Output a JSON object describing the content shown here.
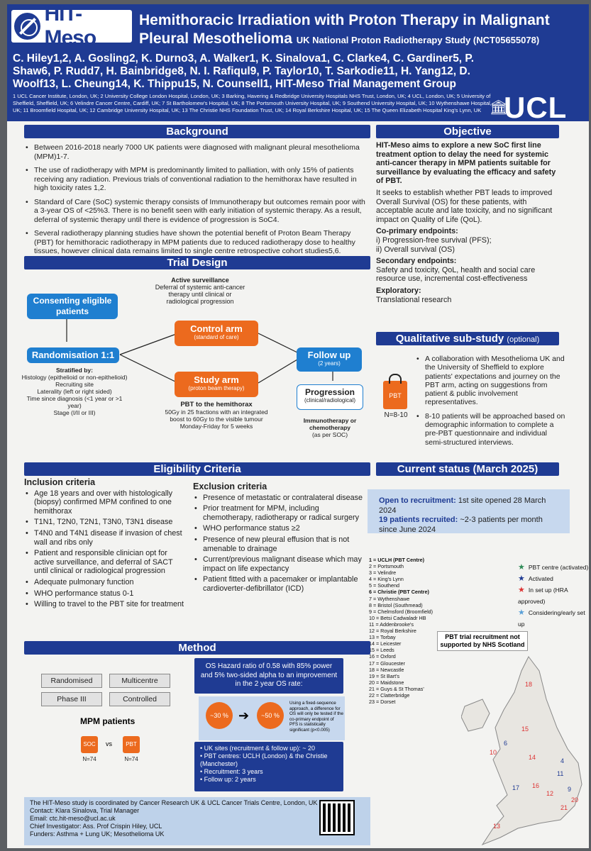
{
  "header": {
    "logo_text": "HIT-Meso",
    "title": "Hemithoracic Irradiation with Proton Therapy in Malignant Pleural Mesothelioma",
    "subtitle": "UK National Proton Radiotherapy Study (NCT05655078)",
    "authors": "C. Hiley1,2, A. Gosling2, K. Durno3, A. Walker1, K. Sinalova1, C. Clarke4, C. Gardiner5, P. Shaw6, P. Rudd7, H. Bainbridge8, N. I. Rafiqul9, P. Taylor10, T. Sarkodie11, H. Yang12, D. Woolf13, L. Cheung14, K. Thippu15, N. Counsell1, HIT-Meso Trial Management Group",
    "affiliations": "1 UCL Cancer Institute, London, UK; 2 University College London Hospital, London, UK; 3 Barking, Havering & Redbridge University Hospitals NHS Trust, London, UK; 4 UCL, London, UK; 5 University of Sheffield, Sheffield, UK; 6 Velindre Cancer Centre, Cardiff, UK; 7 St Bartholomew's Hospital, UK; 8 The Portsmouth University Hospital, UK; 9 Southend University Hospital, UK; 10 Wythenshawe Hospital, UK; 11 Broomfield Hospital, UK; 12 Cambridge University Hospital, UK; 13 The Christie NHS Foundation Trust, UK; 14 Royal Berkshire Hospital, UK; 15 The Queen Elizabeth Hospital King's Lynn, UK",
    "ucl": "UCL"
  },
  "background": {
    "heading": "Background",
    "items": [
      "Between 2016-2018 nearly 7000 UK patients were diagnosed with malignant pleural mesothelioma (MPM)1-7.",
      "The use of radiotherapy with MPM is predominantly limited to palliation, with only 15% of patients receiving any radiation. Previous trials of conventional radiation to the hemithorax have resulted in high toxicity rates 1,2.",
      "Standard of Care (SoC) systemic therapy consists of Immunotherapy but outcomes remain poor with a 3-year OS of <25%3. There is no benefit seen with early initiation of systemic therapy. As a result, deferral of systemic therapy until there is evidence of progression is SoC4.",
      "Several radiotherapy planning studies have shown the potential benefit of Proton Beam Therapy (PBT) for hemithoracic radiotherapy in MPM patients due to reduced radiotherapy dose to healthy tissues, however clinical data remains limited to single centre retrospective cohort studies5,6."
    ]
  },
  "objective": {
    "heading": "Objective",
    "lead": "HIT-Meso aims to explore a new SoC first line treatment option to delay the need for systemic anti-cancer therapy in MPM patients suitable for surveillance by evaluating the efficacy and safety of PBT.",
    "seeks": "It seeks to establish whether PBT leads to improved Overall Survival (OS) for these patients, with acceptable acute and late toxicity, and no significant impact on Quality of Life (QoL).",
    "co_primary_title": "Co-primary endpoints:",
    "co_primary_1": "i) Progression-free survival (PFS);",
    "co_primary_2": "ii) Overall survival (OS)",
    "secondary_title": "Secondary endpoints:",
    "secondary_text": "Safety and toxicity, QoL, health and social care resource use, incremental cost-effectiveness",
    "exploratory_title": "Exploratory:",
    "exploratory_text": "Translational research"
  },
  "trial_design": {
    "heading": "Trial Design",
    "active_surveillance_title": "Active surveillance",
    "active_surveillance_text": "Deferral of systemic anti-cancer therapy until clinical or radiological progression",
    "consenting": "Consenting eligible patients",
    "randomisation": "Randomisation 1:1",
    "stratified_title": "Stratified by:",
    "stratified_items": [
      "Histology (epithelioid or non-epithelioid)",
      "Recruiting site",
      "Laterality (left or right sided)",
      "Time since diagnosis (<1 year or >1 year)",
      "Stage (I/II or III)"
    ],
    "control_arm": "Control arm",
    "control_arm_sub": "(standard of care)",
    "study_arm": "Study arm",
    "study_arm_sub": "(proton beam therapy)",
    "pbt_title": "PBT to the hemithorax",
    "pbt_text": "50Gy in 25 fractions with an integrated boost to 60Gy to the visible tumour Monday-Friday for 5 weeks",
    "follow_up": "Follow up",
    "follow_up_sub": "(2 years)",
    "progression": "Progression",
    "progression_sub": "(clinical/radiological)",
    "immuno": "Immunotherapy or chemotherapy",
    "immuno_sub": "(as per SOC)"
  },
  "qualitative": {
    "heading": "Qualitative sub-study",
    "heading_opt": "(optional)",
    "badge": "PBT",
    "n": "N=8-10",
    "item1": "A collaboration with Mesothelioma UK and the University of Sheffield to explore patients' expectations and journey on the PBT arm, acting on suggestions from patient & public involvement representatives.",
    "item2": "8-10 patients will be approached based on demographic information to complete a pre-PBT questionnaire and individual semi-structured interviews."
  },
  "eligibility": {
    "heading": "Eligibility Criteria",
    "inclusion_title": "Inclusion criteria",
    "inclusion": [
      "Age 18 years and over with histologically (biopsy) confirmed MPM confined to one hemithorax",
      "T1N1, T2N0, T2N1, T3N0, T3N1 disease",
      "T4N0 and T4N1 disease if invasion of chest wall and ribs only",
      "Patient and responsible clinician opt for active surveillance, and deferral of SACT until clinical or radiological progression",
      "Adequate pulmonary function",
      "WHO performance status 0-1",
      "Willing to travel to the PBT site for treatment"
    ],
    "exclusion_title": "Exclusion criteria",
    "exclusion": [
      "Presence of metastatic or contralateral disease",
      "Prior treatment for MPM, including chemotherapy, radiotherapy or radical surgery",
      "WHO performance status ≥2",
      "Presence of new pleural effusion that is not amenable to drainage",
      "Current/previous malignant disease which may impact on life expectancy",
      "Patient fitted with a pacemaker or implantable cardioverter-defibrillator (ICD)"
    ]
  },
  "status": {
    "heading": "Current status (March 2025)",
    "open_label": "Open to recruitment:",
    "open_text": "1st site opened 28 March 2024",
    "recruited_label": "19 patients recruited:",
    "recruited_text": "~2-3 patients per month since June 2024",
    "sites": [
      "1 = UCLH (PBT Centre)",
      "2 = Portsmouth",
      "3 = Velindre",
      "4 = King's Lynn",
      "5 = Southend",
      "6 = Christie (PBT Centre)",
      "7 = Wythenshawe",
      "8 = Bristol (Southmead)",
      "9 = Chelmsford (Broomfield)",
      "10 = Betsi Cadwaladr HB",
      "11 = Addenbrooke's",
      "12 = Royal Berkshire",
      "13 = Torbay",
      "14 = Leicester",
      "15 = Leeds",
      "16 = Oxford",
      "17 = Gloucester",
      "18 = Newcastle",
      "19 = St Bart's",
      "20 = Maidstone",
      "21 = Guys & St Thomas'",
      "22 = Clatterbridge",
      "23 = Dorset"
    ],
    "legend": [
      "PBT centre (activated)",
      "Activated",
      "In set up (HRA approved)",
      "Considering/early set up"
    ],
    "map_note": "PBT trial recruitment not supported by NHS Scotland"
  },
  "method": {
    "heading": "Method",
    "btn_randomised": "Randomised",
    "btn_multicentre": "Multicentre",
    "btn_phase": "Phase III",
    "btn_controlled": "Controlled",
    "mpm": "MPM patients",
    "soc": "SOC",
    "pbt": "PBT",
    "vs": "vs",
    "n_soc": "N=74",
    "n_pbt": "N=74",
    "hazard": "OS Hazard ratio of 0.58 with 85% power and 5% two-sided alpha to an improvement in the 2 year OS rate:",
    "pct_a": "~30 %",
    "pct_b": "~50 %",
    "seq_text": "Using a fixed-sequence approach, a difference for OS will only be tested if the co-primary endpoint of PFS is statistically significant (p<0.005)",
    "bullets": [
      "UK sites (recruitment & follow up): ~ 20",
      "PBT centres: UCLH (London) & the Christie (Manchester)",
      "Recruitment: 3 years",
      "Follow up: 2 years"
    ]
  },
  "footer": {
    "line1": "The HIT-Meso study is coordinated by Cancer Research UK & UCL Cancer Trials Centre, London, UK",
    "line2": "Contact: Klara Sinalova, Trial Manager",
    "line3": "Email: ctc.hit-meso@ucl.ac.uk",
    "line4": "Chief Investigator: Ass. Prof Crispin Hiley, UCL",
    "line5": "Funders: Asthma + Lung UK; Mesothelioma UK"
  },
  "colors": {
    "brand": "#1f3b93",
    "accent_blue": "#1f7fd0",
    "accent_orange": "#ec6a1e"
  }
}
